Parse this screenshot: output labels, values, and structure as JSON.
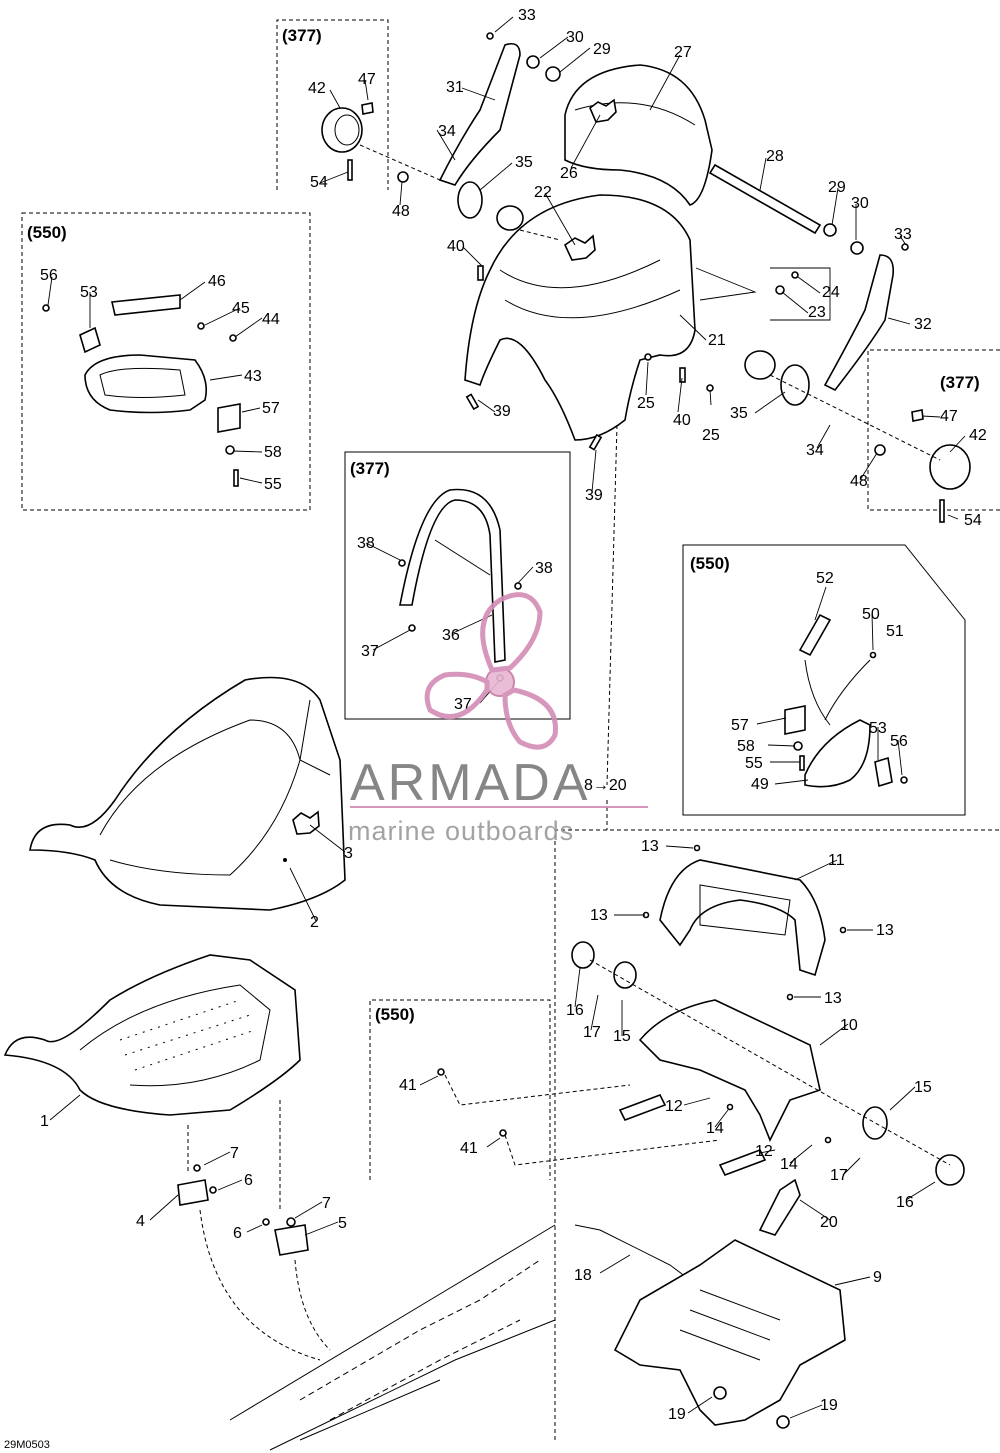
{
  "callouts": [
    {
      "id": "c33a",
      "text": "33"
    },
    {
      "id": "c30a",
      "text": "30"
    },
    {
      "id": "c29a",
      "text": "29"
    },
    {
      "id": "c27",
      "text": "27"
    },
    {
      "id": "c31",
      "text": "31"
    },
    {
      "id": "c34a",
      "text": "34"
    },
    {
      "id": "c35a",
      "text": "35"
    },
    {
      "id": "c26",
      "text": "26"
    },
    {
      "id": "c22",
      "text": "22"
    },
    {
      "id": "c28",
      "text": "28"
    },
    {
      "id": "c29b",
      "text": "29"
    },
    {
      "id": "c30b",
      "text": "30"
    },
    {
      "id": "c33b",
      "text": "33"
    },
    {
      "id": "c24",
      "text": "24"
    },
    {
      "id": "c23",
      "text": "23"
    },
    {
      "id": "c32",
      "text": "32"
    },
    {
      "id": "c21",
      "text": "21"
    },
    {
      "id": "c40a",
      "text": "40"
    },
    {
      "id": "c40b",
      "text": "40"
    },
    {
      "id": "c25a",
      "text": "25"
    },
    {
      "id": "c25b",
      "text": "25"
    },
    {
      "id": "c39a",
      "text": "39"
    },
    {
      "id": "c39b",
      "text": "39"
    },
    {
      "id": "c35b",
      "text": "35"
    },
    {
      "id": "c34b",
      "text": "34"
    },
    {
      "id": "c48b",
      "text": "48"
    },
    {
      "id": "c47b",
      "text": "47"
    },
    {
      "id": "c42b",
      "text": "42"
    },
    {
      "id": "c54b",
      "text": "54"
    },
    {
      "id": "c42a",
      "text": "42"
    },
    {
      "id": "c47a",
      "text": "47"
    },
    {
      "id": "c54a",
      "text": "54"
    },
    {
      "id": "c48a",
      "text": "48"
    },
    {
      "id": "c56a",
      "text": "56"
    },
    {
      "id": "c53a",
      "text": "53"
    },
    {
      "id": "c46",
      "text": "46"
    },
    {
      "id": "c45",
      "text": "45"
    },
    {
      "id": "c44",
      "text": "44"
    },
    {
      "id": "c43",
      "text": "43"
    },
    {
      "id": "c57a",
      "text": "57"
    },
    {
      "id": "c58a",
      "text": "58"
    },
    {
      "id": "c55a",
      "text": "55"
    },
    {
      "id": "c38a",
      "text": "38"
    },
    {
      "id": "c38b",
      "text": "38"
    },
    {
      "id": "c36",
      "text": "36"
    },
    {
      "id": "c37a",
      "text": "37"
    },
    {
      "id": "c37b",
      "text": "37"
    },
    {
      "id": "c52",
      "text": "52"
    },
    {
      "id": "c50",
      "text": "50"
    },
    {
      "id": "c51",
      "text": "51"
    },
    {
      "id": "c57b",
      "text": "57"
    },
    {
      "id": "c58b",
      "text": "58"
    },
    {
      "id": "c55b",
      "text": "55"
    },
    {
      "id": "c49",
      "text": "49"
    },
    {
      "id": "c53b",
      "text": "53"
    },
    {
      "id": "c56b",
      "text": "56"
    },
    {
      "id": "c3",
      "text": "3"
    },
    {
      "id": "c2",
      "text": "2"
    },
    {
      "id": "c820",
      "text": "8→20"
    },
    {
      "id": "c13a",
      "text": "13"
    },
    {
      "id": "c11",
      "text": "11"
    },
    {
      "id": "c13b",
      "text": "13"
    },
    {
      "id": "c13c",
      "text": "13"
    },
    {
      "id": "c13d",
      "text": "13"
    },
    {
      "id": "c16a",
      "text": "16"
    },
    {
      "id": "c17a",
      "text": "17"
    },
    {
      "id": "c15a",
      "text": "15"
    },
    {
      "id": "c10",
      "text": "10"
    },
    {
      "id": "c12a",
      "text": "12"
    },
    {
      "id": "c14a",
      "text": "14"
    },
    {
      "id": "c15b",
      "text": "15"
    },
    {
      "id": "c12b",
      "text": "12"
    },
    {
      "id": "c14b",
      "text": "14"
    },
    {
      "id": "c17b",
      "text": "17"
    },
    {
      "id": "c16b",
      "text": "16"
    },
    {
      "id": "c20",
      "text": "20"
    },
    {
      "id": "c18",
      "text": "18"
    },
    {
      "id": "c9",
      "text": "9"
    },
    {
      "id": "c19a",
      "text": "19"
    },
    {
      "id": "c19b",
      "text": "19"
    },
    {
      "id": "c41a",
      "text": "41"
    },
    {
      "id": "c41b",
      "text": "41"
    },
    {
      "id": "c1",
      "text": "1"
    },
    {
      "id": "c7a",
      "text": "7"
    },
    {
      "id": "c6a",
      "text": "6"
    },
    {
      "id": "c4",
      "text": "4"
    },
    {
      "id": "c7b",
      "text": "7"
    },
    {
      "id": "c6b",
      "text": "6"
    },
    {
      "id": "c5",
      "text": "5"
    }
  ],
  "boxes": [
    {
      "id": "b377a",
      "label": "(377)"
    },
    {
      "id": "b550a",
      "label": "(550)"
    },
    {
      "id": "b377b",
      "label": "(377)"
    },
    {
      "id": "b377c",
      "label": "(377)"
    },
    {
      "id": "b550b",
      "label": "(550)"
    },
    {
      "id": "b550c",
      "label": "(550)"
    }
  ],
  "watermark": {
    "brand": "ARMADA",
    "tagline": "marine outboards"
  },
  "reference_code": "29M0503"
}
